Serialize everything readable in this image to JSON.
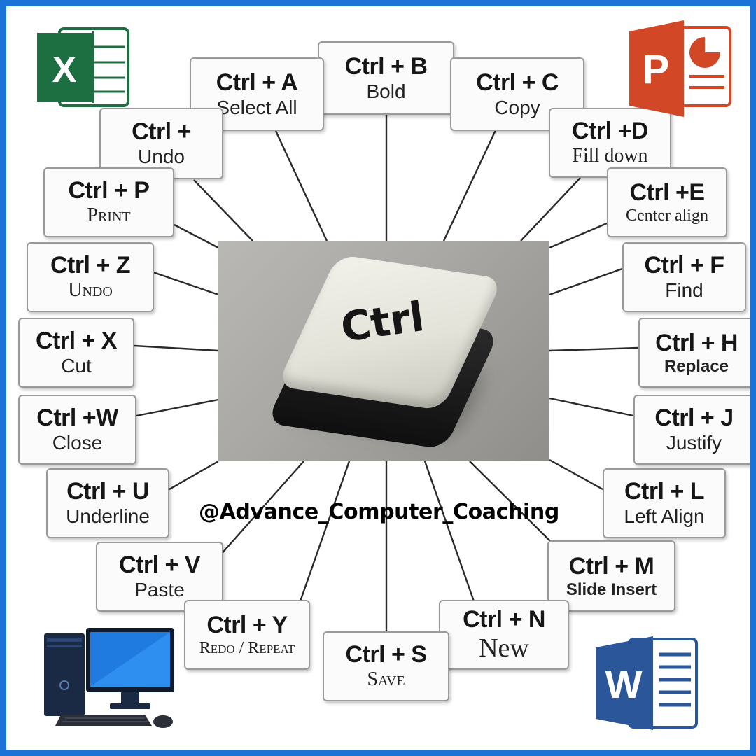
{
  "center_key": {
    "label": "Ctrl"
  },
  "watermark": "@Advance_Computer_Coaching",
  "logos": {
    "excel": {
      "letter": "X",
      "color": "#1d6f42"
    },
    "powerpoint": {
      "letter": "P",
      "color": "#d24726"
    },
    "word": {
      "letter": "W",
      "color": "#2b579a"
    }
  },
  "frame_color": "#1b73d8",
  "shortcuts": [
    {
      "id": "b",
      "keys": "Ctrl + B",
      "action": "Bold"
    },
    {
      "id": "a",
      "keys": "Ctrl + A",
      "action": "Select All"
    },
    {
      "id": "c",
      "keys": "Ctrl + C",
      "action": "Copy"
    },
    {
      "id": "undo",
      "keys": "Ctrl +",
      "action": "Undo"
    },
    {
      "id": "d",
      "keys": "Ctrl +D",
      "action": "Fill down"
    },
    {
      "id": "p",
      "keys": "Ctrl + P",
      "action": "Print"
    },
    {
      "id": "e",
      "keys": "Ctrl +E",
      "action": "Center align"
    },
    {
      "id": "z",
      "keys": "Ctrl + Z",
      "action": "Undo"
    },
    {
      "id": "f",
      "keys": "Ctrl + F",
      "action": "Find"
    },
    {
      "id": "x",
      "keys": "Ctrl + X",
      "action": "Cut"
    },
    {
      "id": "h",
      "keys": "Ctrl + H",
      "action": "Replace"
    },
    {
      "id": "w",
      "keys": "Ctrl +W",
      "action": "Close"
    },
    {
      "id": "j",
      "keys": "Ctrl + J",
      "action": "Justify"
    },
    {
      "id": "u",
      "keys": "Ctrl + U",
      "action": "Underline"
    },
    {
      "id": "l",
      "keys": "Ctrl + L",
      "action": "Left Align"
    },
    {
      "id": "v",
      "keys": "Ctrl + V",
      "action": "Paste"
    },
    {
      "id": "m",
      "keys": "Ctrl + M",
      "action": "Slide Insert"
    },
    {
      "id": "y",
      "keys": "Ctrl + Y",
      "action": "Redo / Repeat"
    },
    {
      "id": "n",
      "keys": "Ctrl + N",
      "action": "New"
    },
    {
      "id": "s",
      "keys": "Ctrl + S",
      "action": "Save"
    }
  ]
}
